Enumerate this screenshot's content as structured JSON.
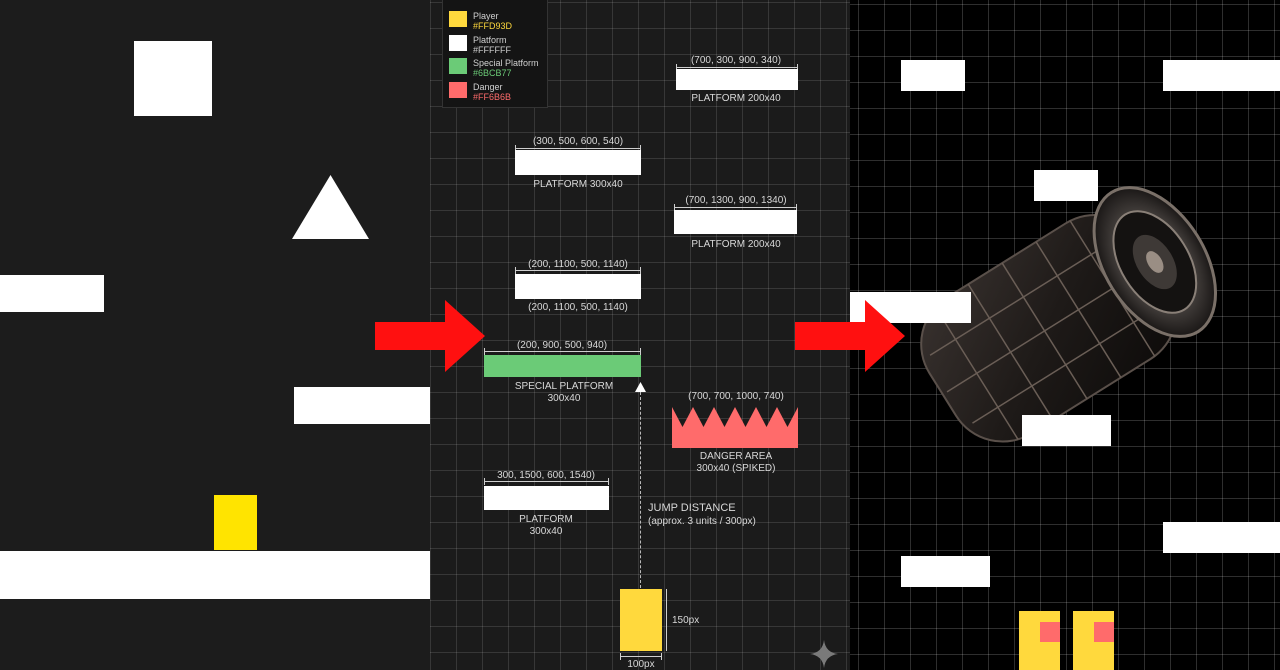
{
  "legend": {
    "items": [
      {
        "name": "Player",
        "hex": "#FFD93D",
        "color": "#FFD93D"
      },
      {
        "name": "Platform",
        "hex": "#FFFFFF",
        "color": "#FFFFFF"
      },
      {
        "name": "Special Platform",
        "hex": "#6BCB77",
        "color": "#6BCB77"
      },
      {
        "name": "Danger",
        "hex": "#FF6B6B",
        "color": "#FF6B6B"
      }
    ]
  },
  "diagram": {
    "p1": {
      "coords": "(700, 300, 900, 340)",
      "caption": "PLATFORM 200x40"
    },
    "p2": {
      "coords": "(300, 500, 600, 540)",
      "caption": "PLATFORM 300x40"
    },
    "p3": {
      "coords": "(700, 1300, 900, 1340)",
      "caption": "PLATFORM 200x40"
    },
    "p4": {
      "coords": "(200, 1100, 500, 1140)",
      "caption": "(200, 1100, 500, 1140)"
    },
    "special": {
      "coords": "(200, 900, 500, 940)",
      "caption_1": "SPECIAL PLATFORM",
      "caption_2": "300x40"
    },
    "danger": {
      "coords": "(700, 700, 1000, 740)",
      "caption_1": "DANGER AREA",
      "caption_2": "300x40 (SPIKED)"
    },
    "p5": {
      "coords": "300, 1500, 600, 1540)",
      "caption_1": "PLATFORM",
      "caption_2": "300x40"
    },
    "jump": {
      "title": "JUMP DISTANCE",
      "subtitle": "(approx. 3 units / 300px)"
    },
    "player": {
      "height_label": "150px",
      "width_label": "100px"
    }
  },
  "colors": {
    "player": "#FFE400",
    "platform": "#FFFFFF",
    "special": "#6BCB77",
    "danger": "#FF6B6B",
    "arrow": "#FF1010"
  }
}
